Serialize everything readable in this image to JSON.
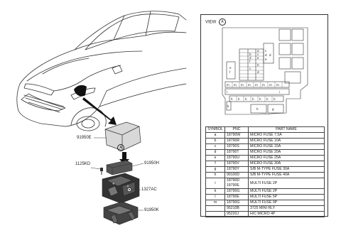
{
  "callouts": {
    "relay_box": "91950E",
    "bolt": "1125KD",
    "fuse_block": "91950H",
    "nut": "1327AC",
    "bracket": "91950K",
    "view_marker": "A"
  },
  "view": {
    "label": "VIEW",
    "marker": "A"
  },
  "fuse_labels": {
    "column_letters": [
      "a",
      "b",
      "c",
      "d",
      "e",
      "f",
      "g",
      "h"
    ],
    "row_m": "m",
    "row_h": "h",
    "k": "k",
    "l": "l",
    "i": "i"
  },
  "table": {
    "headers": [
      "SYMBOL",
      "PNC",
      "PART NAME"
    ],
    "rows": [
      {
        "symbol": "a",
        "pnc": [
          "18790W"
        ],
        "name": "MICRO FUSE 7.5A"
      },
      {
        "symbol": "b",
        "pnc": [
          "18790R"
        ],
        "name": "MICRO FUSE 10A"
      },
      {
        "symbol": "c",
        "pnc": [
          "18790S"
        ],
        "name": "MICRO FUSE 15A"
      },
      {
        "symbol": "d",
        "pnc": [
          "18790T"
        ],
        "name": "MICRO FUSE 20A"
      },
      {
        "symbol": "e",
        "pnc": [
          "18790U"
        ],
        "name": "MICRO FUSE 25A"
      },
      {
        "symbol": "f",
        "pnc": [
          "18790V"
        ],
        "name": "MICRO FUSE 30A"
      },
      {
        "symbol": "g",
        "pnc": [
          "18790Y"
        ],
        "name": "S/B M-TYPE FUSE 30A"
      },
      {
        "symbol": "h",
        "pnc": [
          "99100D"
        ],
        "name": "S/B M-TYPE FUSE 40A"
      },
      {
        "symbol": "i",
        "pnc": [
          "18790D",
          "18790E"
        ],
        "name": "MULTI FUSE 2P"
      },
      {
        "symbol": "k",
        "pnc": [
          "18790G"
        ],
        "name": "MULTI FUSE 2P"
      },
      {
        "symbol": "l",
        "pnc": [
          "18790E"
        ],
        "name": "MULTI FUSE 5P"
      },
      {
        "symbol": "m",
        "pnc": [
          "18790G"
        ],
        "name": "MULTI FUSE 9P"
      },
      {
        "symbol": "",
        "pnc": [
          "95210B"
        ],
        "name": "3725 MINI RLY"
      },
      {
        "symbol": "",
        "pnc": [
          "95220J"
        ],
        "name": "H/C MICRO 4P"
      }
    ]
  }
}
